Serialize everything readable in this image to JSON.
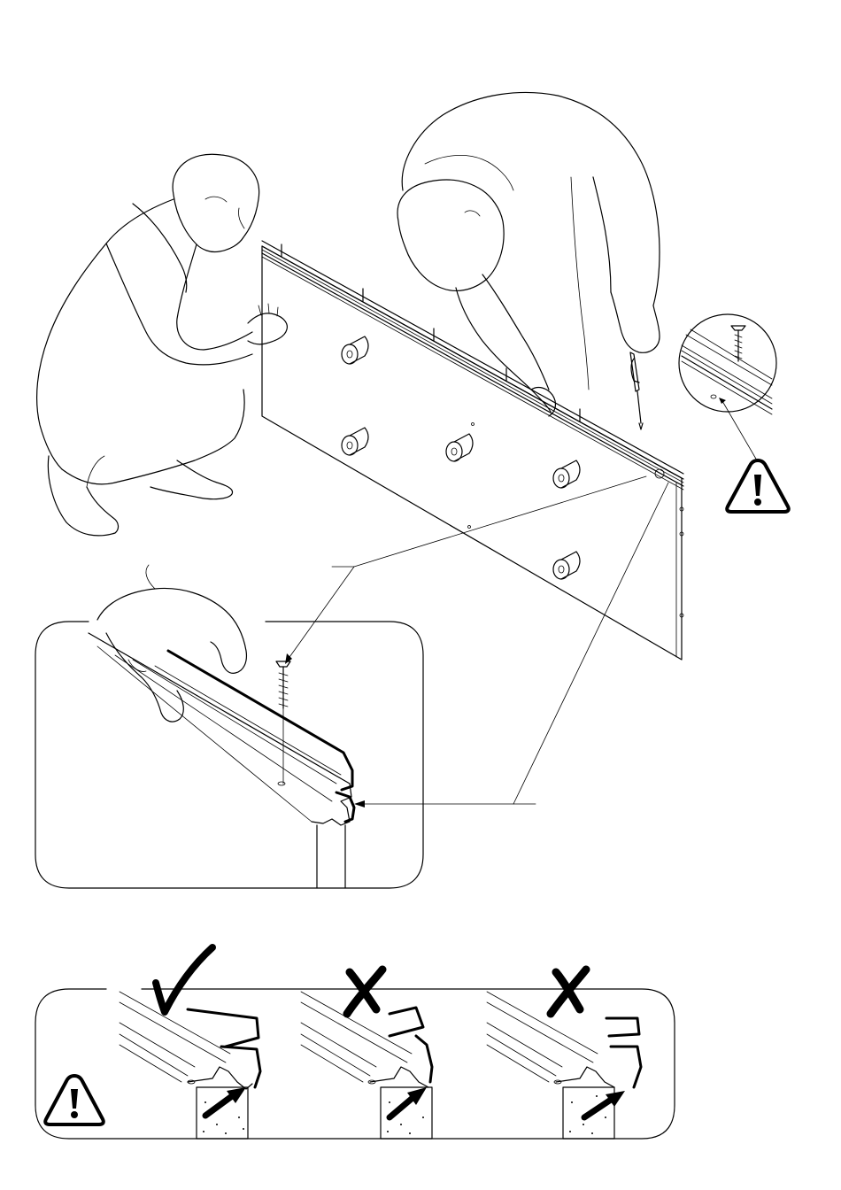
{
  "page": {
    "background": "#ffffff",
    "line_color": "#000000"
  },
  "figures": {
    "main_scene": "two-people-mounting-rail-on-panel",
    "detail_inset": "rail-screw-detail",
    "warning_inset": "rail-seating-check"
  },
  "icons": {
    "warning": "warning-triangle-icon",
    "screwdriver": "screwdriver-icon",
    "screw": "screw-icon",
    "correct": "check-mark-icon",
    "incorrect": "x-mark-icon",
    "arrow": "arrow-icon"
  },
  "variants": [
    {
      "mark": "correct"
    },
    {
      "mark": "incorrect"
    },
    {
      "mark": "incorrect"
    }
  ]
}
